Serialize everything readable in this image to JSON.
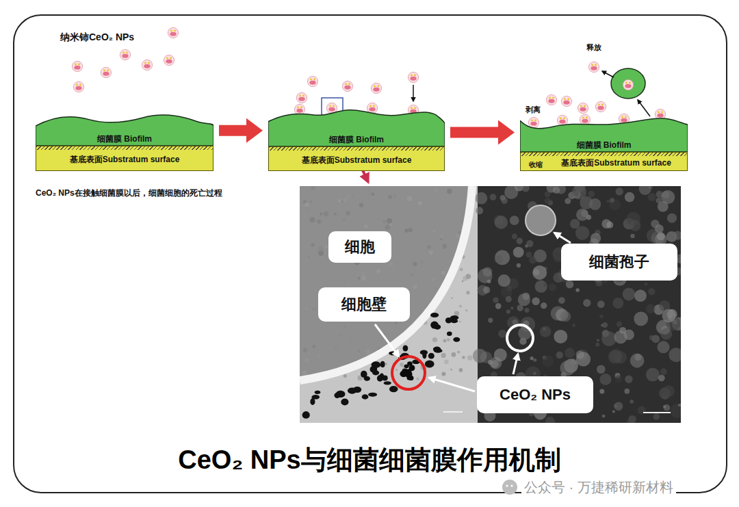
{
  "diagram": {
    "title": "CeO₂ NPs与细菌细菌膜作用机制",
    "nodes": [
      {
        "text": [
          "细菌膜 Biofilm"
        ]
      },
      {
        "text": [
          "基底表面Substratum surface"
        ]
      },
      {
        "text": [
          "细菌膜 Biofilm"
        ]
      },
      {
        "text": [
          "基底表面Substratum surface"
        ]
      },
      {
        "text": [
          "细菌膜 Biofilm"
        ]
      },
      {
        "text": [
          "基底表面Substratum surface"
        ]
      },
      {
        "text": [
          "细胞"
        ]
      },
      {
        "text": [
          "细胞壁"
        ]
      },
      {
        "text": [
          "细菌孢子"
        ]
      },
      {
        "text": [
          "CeO₂ NPs"
        ]
      }
    ],
    "edges": [
      {
        "from": 0,
        "to": 2,
        "arrow": "to"
      },
      {
        "from": 2,
        "to": 4,
        "arrow": "to"
      }
    ],
    "labels": [
      "纳米铈CeO₂ NPs",
      "CeO₂ NPs在接触细菌膜以后，细菌细胞的死亡过程",
      "释放",
      "剥离",
      "收缩",
      "公众号 · 万捷稀研新材料"
    ]
  }
}
